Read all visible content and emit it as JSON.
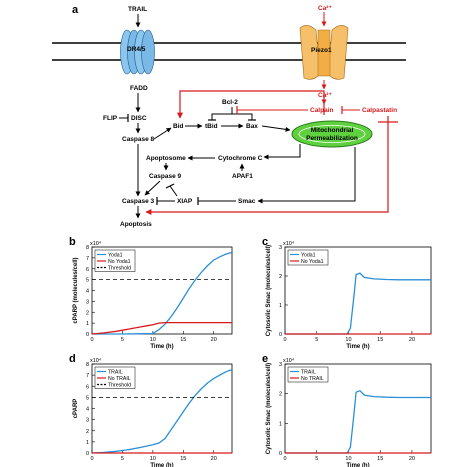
{
  "figure": {
    "panels": [
      "a",
      "b",
      "c",
      "d",
      "e"
    ]
  },
  "pathway": {
    "trail": "TRAIL",
    "dr45": "DR4/5",
    "fadd": "FADD",
    "flip": "FLIP",
    "disc": "DISC",
    "caspase8": "Caspase 8",
    "bid": "Bid",
    "tbid": "tBid",
    "bcl2": "Bcl-2",
    "bax": "Bax",
    "mito_line1": "Mitochondrial",
    "mito_line2": "Permeabilization",
    "apoptosome": "Apoptosome",
    "cytc": "Cytochrome C",
    "caspase9": "Caspase 9",
    "apaf1": "APAF1",
    "caspase3": "Caspase 3",
    "xiap": "XIAP",
    "smac": "Smac",
    "apoptosis": "Apoptosis",
    "ca_top": "Ca²⁺",
    "piezo1": "Piezo1",
    "ca_bottom": "Ca²⁺",
    "calpain": "Calpain",
    "calpastatin": "Calpastatin"
  },
  "colors": {
    "blue": "#2b8fd6",
    "red": "#d7191c",
    "receptor_fill": "#8cc5ee",
    "piezo_fill": "#f6c06a",
    "mito_fill": "#5fd13e"
  },
  "chart_data": [
    {
      "panel": "b",
      "type": "line",
      "xlabel": "Time (h)",
      "ylabel": "cPARP (molecules/cell)",
      "xlim": [
        0,
        23
      ],
      "ylim": [
        0,
        8
      ],
      "y_multiplier": "x10⁴",
      "xticks": [
        "0",
        "5",
        "10",
        "15",
        "20"
      ],
      "yticks": [
        "0",
        "1",
        "2",
        "3",
        "4",
        "5",
        "6",
        "7",
        "8"
      ],
      "series": [
        {
          "name": "Yoda1",
          "color": "blue",
          "style": "solid",
          "x": [
            0,
            5,
            10,
            11,
            12,
            13,
            14,
            15,
            16,
            17,
            18,
            19,
            20,
            21,
            22,
            23
          ],
          "y": [
            0,
            0,
            0.05,
            0.4,
            0.9,
            1.6,
            2.4,
            3.3,
            4.2,
            5.0,
            5.7,
            6.3,
            6.8,
            7.1,
            7.35,
            7.5
          ]
        },
        {
          "name": "No Yoda1",
          "color": "red",
          "style": "solid",
          "x": [
            0,
            2,
            4,
            6,
            8,
            9,
            10,
            11,
            12,
            23
          ],
          "y": [
            0,
            0.1,
            0.25,
            0.45,
            0.65,
            0.75,
            0.85,
            1.0,
            1.05,
            1.05
          ]
        },
        {
          "name": "Threshold",
          "color": "#000000",
          "style": "dashed",
          "x": [
            0,
            23
          ],
          "y": [
            5,
            5
          ]
        }
      ]
    },
    {
      "panel": "c",
      "type": "line",
      "xlabel": "Time (h)",
      "ylabel": "Cytosolic Smac (molecules/cell)",
      "xlim": [
        0,
        23
      ],
      "ylim": [
        0,
        3
      ],
      "y_multiplier": "x10⁴",
      "xticks": [
        "0",
        "5",
        "10",
        "15",
        "20"
      ],
      "yticks": [
        "0",
        "1",
        "2",
        "3"
      ],
      "series": [
        {
          "name": "Yoda1",
          "color": "blue",
          "style": "solid",
          "x": [
            0,
            9.8,
            10.3,
            10.8,
            11.2,
            11.8,
            12.5,
            14,
            16,
            18,
            20,
            23
          ],
          "y": [
            0,
            0,
            0.2,
            1.2,
            2.05,
            2.1,
            1.95,
            1.9,
            1.88,
            1.87,
            1.87,
            1.87
          ]
        },
        {
          "name": "No Yoda1",
          "color": "red",
          "style": "solid",
          "x": [
            0,
            23
          ],
          "y": [
            0,
            0
          ]
        }
      ]
    },
    {
      "panel": "d",
      "type": "line",
      "xlabel": "Time (h)",
      "ylabel": "cPARP",
      "xlim": [
        0,
        23
      ],
      "ylim": [
        0,
        8
      ],
      "y_multiplier": "x10⁴",
      "xticks": [
        "0",
        "5",
        "10",
        "15",
        "20"
      ],
      "yticks": [
        "0",
        "1",
        "2",
        "3",
        "4",
        "5",
        "6",
        "7",
        "8"
      ],
      "series": [
        {
          "name": "TRAIL",
          "color": "blue",
          "style": "solid",
          "x": [
            0,
            2,
            4,
            6,
            8,
            10,
            11,
            12,
            13,
            14,
            15,
            16,
            17,
            18,
            19,
            20,
            21,
            22,
            23
          ],
          "y": [
            0,
            0.05,
            0.15,
            0.3,
            0.5,
            0.75,
            0.9,
            1.3,
            2.1,
            2.9,
            3.7,
            4.5,
            5.2,
            5.8,
            6.3,
            6.7,
            7.0,
            7.3,
            7.5
          ]
        },
        {
          "name": "No TRAIL",
          "color": "red",
          "style": "solid",
          "x": [
            0,
            23
          ],
          "y": [
            0,
            0
          ]
        },
        {
          "name": "Threshold",
          "color": "#000000",
          "style": "dashed",
          "x": [
            0,
            23
          ],
          "y": [
            5,
            5
          ]
        }
      ]
    },
    {
      "panel": "e",
      "type": "line",
      "xlabel": "Time (h)",
      "ylabel": "Cytosolic Smac (molecules/cell)",
      "xlim": [
        0,
        23
      ],
      "ylim": [
        0,
        3
      ],
      "y_multiplier": "x10⁴",
      "xticks": [
        "0",
        "5",
        "10",
        "15",
        "20"
      ],
      "yticks": [
        "0",
        "1",
        "2",
        "3"
      ],
      "series": [
        {
          "name": "TRAIL",
          "color": "blue",
          "style": "solid",
          "x": [
            0,
            9.8,
            10.3,
            10.8,
            11.2,
            11.8,
            12.5,
            14,
            16,
            18,
            20,
            23
          ],
          "y": [
            0,
            0,
            0.2,
            1.2,
            2.05,
            2.1,
            1.95,
            1.9,
            1.88,
            1.87,
            1.87,
            1.87
          ]
        },
        {
          "name": "No TRAIL",
          "color": "red",
          "style": "solid",
          "x": [
            0,
            23
          ],
          "y": [
            0,
            0
          ]
        }
      ]
    }
  ]
}
